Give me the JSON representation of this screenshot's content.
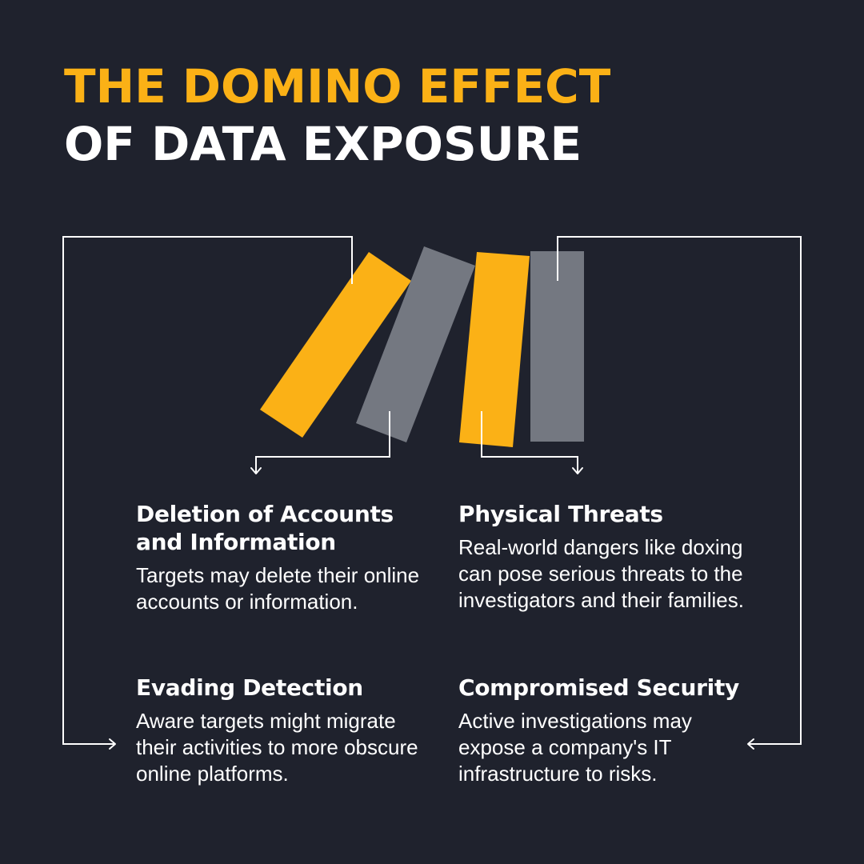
{
  "title": {
    "line1": "THE DOMINO EFFECT",
    "line2": "OF DATA EXPOSURE"
  },
  "colors": {
    "background": "#1f222d",
    "accent": "#fbb116",
    "domino_gray": "#747881",
    "text": "#ffffff",
    "connector": "#ffffff"
  },
  "cards": {
    "deletion": {
      "heading": "Deletion of Accounts and Information",
      "body": "Targets may delete their online accounts or information."
    },
    "physical": {
      "heading": "Physical Threats",
      "body": "Real-world dangers like doxing can pose serious threats to the investigators and their families."
    },
    "evading": {
      "heading": "Evading Detection",
      "body": "Aware targets might migrate their activities to more obscure online platforms."
    },
    "security": {
      "heading": "Compromised Security",
      "body": "Active investigations may expose a company's IT infrastructure to risks."
    }
  },
  "icons": {
    "dominoes": "domino-icons",
    "arrows": "arrow-down-icon, arrow-right-icon, arrow-left-icon"
  }
}
